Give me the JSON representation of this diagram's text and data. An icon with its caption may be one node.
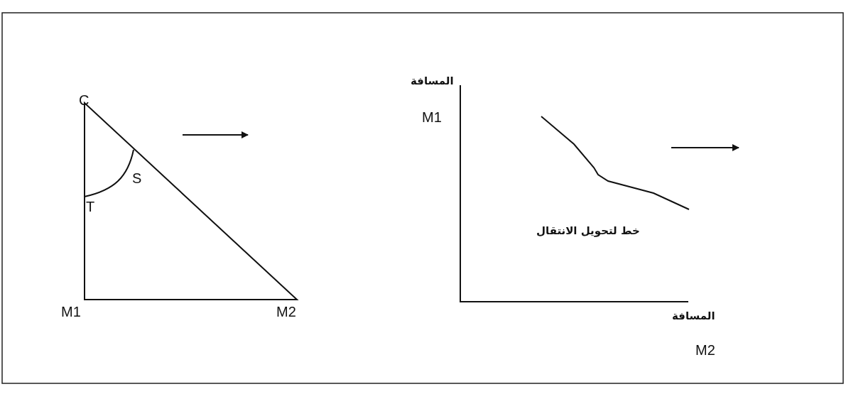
{
  "diagram": {
    "labels": [
      "C",
      "S",
      "T",
      "M1",
      "M2",
      "المسافة",
      "M1",
      "خط لتحويل الانتقال",
      "المسافة",
      "M2"
    ]
  }
}
